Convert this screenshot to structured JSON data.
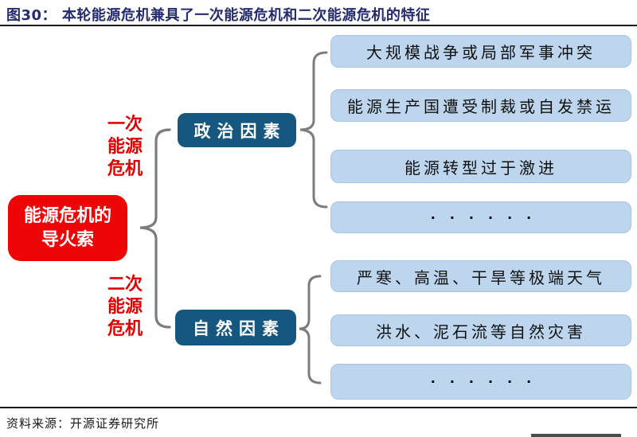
{
  "title": {
    "text": "图30：  本轮能源危机兼具了一次能源危机和二次能源危机的特征"
  },
  "diagram": {
    "root": {
      "line1": "能源危机的",
      "line2": "导火索"
    },
    "branches": [
      {
        "crisis_label": {
          "lines": [
            "一次",
            "能源",
            "危机"
          ]
        },
        "factor": {
          "label": "政治因素"
        },
        "items": [
          "大规模战争或局部军事冲突",
          "能源生产国遭受制裁或自发禁运",
          "能源转型过于激进",
          "······"
        ]
      },
      {
        "crisis_label": {
          "lines": [
            "二次",
            "能源",
            "危机"
          ]
        },
        "factor": {
          "label": "自然因素"
        },
        "items": [
          "严寒、高温、干旱等极端天气",
          "洪水、泥石流等自然灾害",
          "······"
        ]
      }
    ],
    "colors": {
      "root_bg": "#EE0505",
      "crisis_label_text": "#E00000",
      "factor_bg": "#165780",
      "item_bg": "#BDD6EE",
      "connector": "#7C7C7C",
      "title_text": "#252B6F"
    }
  },
  "footer": {
    "source": "资料来源：开源证券研究所"
  }
}
